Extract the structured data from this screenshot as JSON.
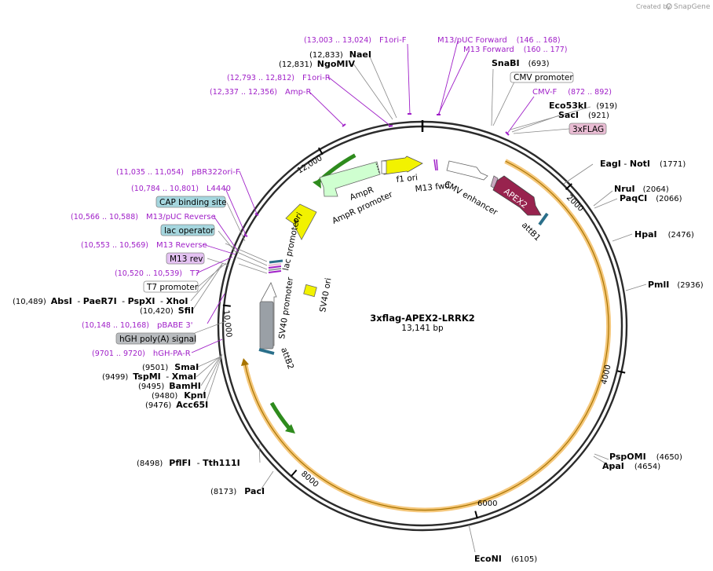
{
  "credit": {
    "created_by": "Created by",
    "brand": "SnapGene"
  },
  "plasmid": {
    "name": "3xflag-APEX2-LRRK2",
    "length_label": "13,141 bp",
    "length": 13141
  },
  "colors": {
    "backbone": "#2b2b2b",
    "primer": "#a020c8",
    "orange_halo": "#f5c77a",
    "orange_core": "#a87400",
    "green_arrow": "#2e8b1d",
    "apex2": "#98234e",
    "attb": "#2a6f8a",
    "yellow": "#f2f200",
    "ampr": "#cfffd0",
    "gray_feature": "#9aa0a6",
    "label_blue": "#a5d6de",
    "label_gray": "#b9bcbf",
    "label_pink": "#e9bcd3",
    "label_purple": "#e4c2f2"
  },
  "ticks": [
    {
      "label": "2000"
    },
    {
      "label": "4000"
    },
    {
      "label": "6000"
    },
    {
      "label": "8000"
    },
    {
      "label": "10,000"
    },
    {
      "label": "12,000"
    }
  ],
  "sites": [
    {
      "name": "NaeI",
      "pos": "(12,833)"
    },
    {
      "name": "NgoMIV",
      "pos": "(12,831)"
    },
    {
      "name": "SnaBI",
      "pos": "(693)"
    },
    {
      "name": "Eco53kI",
      "pos": "(919)"
    },
    {
      "name": "SacI",
      "pos": "(921)"
    },
    {
      "name": "EagI",
      "sep": " - ",
      "name2": "NotI",
      "pos": "(1771)"
    },
    {
      "name": "NruI",
      "pos": "(2064)"
    },
    {
      "name": "PaqCI",
      "pos": "(2066)"
    },
    {
      "name": "HpaI",
      "pos": "(2476)"
    },
    {
      "name": "PmlI",
      "pos": "(2936)"
    },
    {
      "name": "PspOMI",
      "pos": "(4650)"
    },
    {
      "name": "ApaI",
      "pos": "(4654)"
    },
    {
      "name": "EcoNI",
      "pos": "(6105)"
    },
    {
      "name": "PacI",
      "pos": "(8173)"
    },
    {
      "name": "PflFI",
      "sep": " - ",
      "name2": "Tth111I",
      "pos": "(8498)"
    },
    {
      "name": "Acc65I",
      "pos": "(9476)"
    },
    {
      "name": "KpnI",
      "pos": "(9480)"
    },
    {
      "name": "BamHI",
      "pos": "(9495)"
    },
    {
      "name": "TspMI",
      "sep": " - ",
      "name2": "XmaI",
      "pos": "(9499)"
    },
    {
      "name": "SmaI",
      "pos": "(9501)"
    },
    {
      "name": "SfiI",
      "pos": "(10,420)"
    },
    {
      "name": "AbsI",
      "sep": " - ",
      "name2": "PaeR7I",
      "sep2": " - ",
      "name3": "PspXI",
      "sep3": " - ",
      "name4": "XhoI",
      "pos": "(10,489)"
    }
  ],
  "primers": [
    {
      "range": "(13,003 .. 13,024)",
      "name": "F1ori-F"
    },
    {
      "name": "M13/pUC Forward",
      "range": "(146 .. 168)"
    },
    {
      "name": "M13 Forward",
      "range": "(160 .. 177)"
    },
    {
      "range": "(12,793 .. 12,812)",
      "name": "F1ori-R"
    },
    {
      "range": "(12,337 .. 12,356)",
      "name": "Amp-R"
    },
    {
      "name": "CMV-F",
      "range": "(872 .. 892)"
    },
    {
      "range": "(11,035 .. 11,054)",
      "name": "pBR322ori-F"
    },
    {
      "range": "(10,784 .. 10,801)",
      "name": "L4440"
    },
    {
      "range": "(10,566 .. 10,588)",
      "name": "M13/pUC Reverse"
    },
    {
      "range": "(10,553 .. 10,569)",
      "name": "M13 Reverse"
    },
    {
      "range": "(10,520 .. 10,539)",
      "name": "T7"
    },
    {
      "range": "(10,148 .. 10,168)",
      "name": "pBABE 3'"
    },
    {
      "range": "(9701 .. 9720)",
      "name": "hGH-PA-R"
    }
  ],
  "boxed_labels": [
    {
      "text": "CMV promoter"
    },
    {
      "text": "3xFLAG"
    },
    {
      "text": "CAP binding site"
    },
    {
      "text": "lac operator"
    },
    {
      "text": "M13 rev"
    },
    {
      "text": "T7 promoter"
    },
    {
      "text": "hGH poly(A) signal"
    }
  ],
  "features": [
    {
      "label": "f1 ori"
    },
    {
      "label": "M13 fwd"
    },
    {
      "label": "CMV enhancer"
    },
    {
      "label": "APEX2"
    },
    {
      "label": "attB1"
    },
    {
      "label": "AmpR"
    },
    {
      "label": "AmpR promoter"
    },
    {
      "label": "ori"
    },
    {
      "label": "lac promoter"
    },
    {
      "label": "SV40 ori"
    },
    {
      "label": "SV40 promoter"
    },
    {
      "label": "attB2"
    }
  ]
}
